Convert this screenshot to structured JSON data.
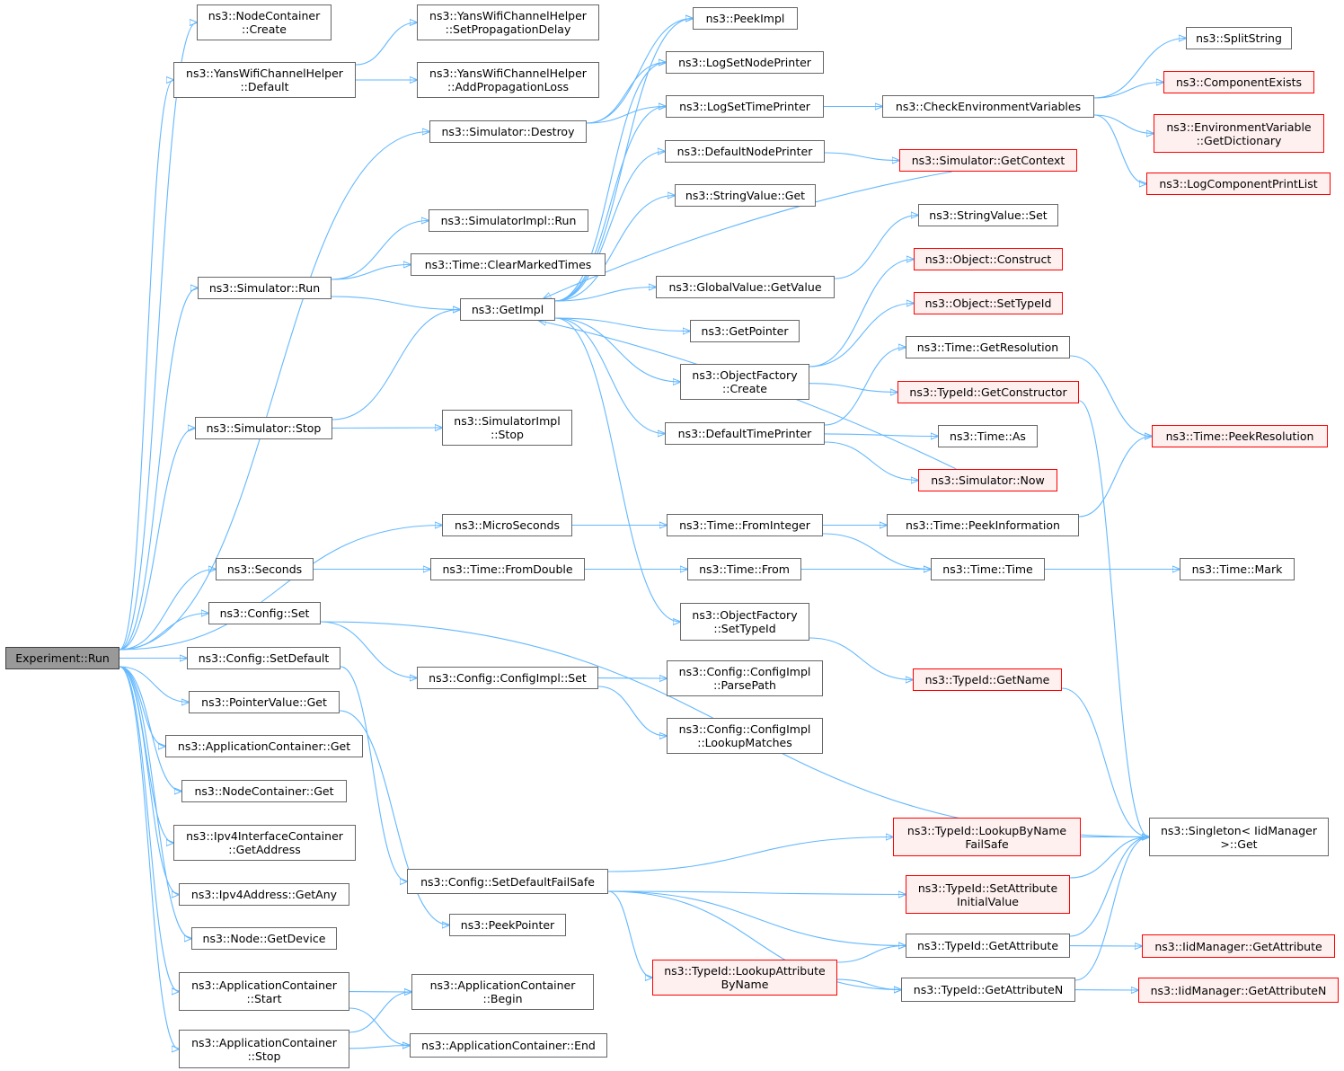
{
  "diagram": {
    "root": "root",
    "colors": {
      "edge": "#63b8ff",
      "node_border": "#666666",
      "truncated_border": "#ff0000",
      "truncated_fill": "#fff0f0",
      "root_fill": "#999999"
    },
    "nodes": [
      {
        "id": "root",
        "lines": [
          "Experiment::Run"
        ],
        "style": "root"
      },
      {
        "id": "nc_create",
        "lines": [
          "ns3::NodeContainer",
          "::Create"
        ]
      },
      {
        "id": "ywch_default",
        "lines": [
          "ns3::YansWifiChannelHelper",
          "::Default"
        ]
      },
      {
        "id": "ywch_setprop",
        "lines": [
          "ns3::YansWifiChannelHelper",
          "::SetPropagationDelay"
        ]
      },
      {
        "id": "ywch_addloss",
        "lines": [
          "ns3::YansWifiChannelHelper",
          "::AddPropagationLoss"
        ]
      },
      {
        "id": "sim_destroy",
        "lines": [
          "ns3::Simulator::Destroy"
        ]
      },
      {
        "id": "peekimpl",
        "lines": [
          "ns3::PeekImpl"
        ]
      },
      {
        "id": "lognode",
        "lines": [
          "ns3::LogSetNodePrinter"
        ]
      },
      {
        "id": "logtime",
        "lines": [
          "ns3::LogSetTimePrinter"
        ]
      },
      {
        "id": "checkenv",
        "lines": [
          "ns3::CheckEnvironmentVariables"
        ]
      },
      {
        "id": "splitstring",
        "lines": [
          "ns3::SplitString"
        ]
      },
      {
        "id": "compexists",
        "lines": [
          "ns3::ComponentExists"
        ],
        "style": "red"
      },
      {
        "id": "envdict",
        "lines": [
          "ns3::EnvironmentVariable",
          "::GetDictionary"
        ],
        "style": "red"
      },
      {
        "id": "logcomplist",
        "lines": [
          "ns3::LogComponentPrintList"
        ],
        "style": "red"
      },
      {
        "id": "defnodeprinter",
        "lines": [
          "ns3::DefaultNodePrinter"
        ]
      },
      {
        "id": "sim_getcontext",
        "lines": [
          "ns3::Simulator::GetContext"
        ],
        "style": "red"
      },
      {
        "id": "strval_get",
        "lines": [
          "ns3::StringValue::Get"
        ]
      },
      {
        "id": "strval_set",
        "lines": [
          "ns3::StringValue::Set"
        ]
      },
      {
        "id": "simimpl_run",
        "lines": [
          "ns3::SimulatorImpl::Run"
        ]
      },
      {
        "id": "time_clearmarked",
        "lines": [
          "ns3::Time::ClearMarkedTimes"
        ]
      },
      {
        "id": "sim_run",
        "lines": [
          "ns3::Simulator::Run"
        ]
      },
      {
        "id": "getimpl",
        "lines": [
          "ns3::GetImpl"
        ]
      },
      {
        "id": "globalval_get",
        "lines": [
          "ns3::GlobalValue::GetValue"
        ]
      },
      {
        "id": "obj_construct",
        "lines": [
          "ns3::Object::Construct"
        ],
        "style": "red"
      },
      {
        "id": "obj_settypeid",
        "lines": [
          "ns3::Object::SetTypeId"
        ],
        "style": "red"
      },
      {
        "id": "getpointer",
        "lines": [
          "ns3::GetPointer"
        ]
      },
      {
        "id": "time_getres",
        "lines": [
          "ns3::Time::GetResolution"
        ]
      },
      {
        "id": "of_create",
        "lines": [
          "ns3::ObjectFactory",
          "::Create"
        ]
      },
      {
        "id": "typeid_getctor",
        "lines": [
          "ns3::TypeId::GetConstructor"
        ],
        "style": "red"
      },
      {
        "id": "sim_stop",
        "lines": [
          "ns3::Simulator::Stop"
        ]
      },
      {
        "id": "simimpl_stop",
        "lines": [
          "ns3::SimulatorImpl",
          "::Stop"
        ]
      },
      {
        "id": "deftimeprinter",
        "lines": [
          "ns3::DefaultTimePrinter"
        ]
      },
      {
        "id": "time_as",
        "lines": [
          "ns3::Time::As"
        ]
      },
      {
        "id": "time_peekres",
        "lines": [
          "ns3::Time::PeekResolution"
        ],
        "style": "red"
      },
      {
        "id": "sim_now",
        "lines": [
          "ns3::Simulator::Now"
        ],
        "style": "red"
      },
      {
        "id": "microseconds",
        "lines": [
          "ns3::MicroSeconds"
        ]
      },
      {
        "id": "time_frominteger",
        "lines": [
          "ns3::Time::FromInteger"
        ]
      },
      {
        "id": "time_peekinfo",
        "lines": [
          "ns3::Time::PeekInformation"
        ]
      },
      {
        "id": "seconds",
        "lines": [
          "ns3::Seconds"
        ]
      },
      {
        "id": "time_fromdouble",
        "lines": [
          "ns3::Time::FromDouble"
        ]
      },
      {
        "id": "time_from",
        "lines": [
          "ns3::Time::From"
        ]
      },
      {
        "id": "time_time",
        "lines": [
          "ns3::Time::Time"
        ]
      },
      {
        "id": "time_mark",
        "lines": [
          "ns3::Time::Mark"
        ]
      },
      {
        "id": "config_set",
        "lines": [
          "ns3::Config::Set"
        ]
      },
      {
        "id": "of_settypeid",
        "lines": [
          "ns3::ObjectFactory",
          "::SetTypeId"
        ]
      },
      {
        "id": "config_setdefault",
        "lines": [
          "ns3::Config::SetDefault"
        ]
      },
      {
        "id": "configimpl_set",
        "lines": [
          "ns3::Config::ConfigImpl::Set"
        ]
      },
      {
        "id": "configimpl_parse",
        "lines": [
          "ns3::Config::ConfigImpl",
          "::ParsePath"
        ]
      },
      {
        "id": "typeid_getname",
        "lines": [
          "ns3::TypeId::GetName"
        ],
        "style": "red"
      },
      {
        "id": "pointerval_get",
        "lines": [
          "ns3::PointerValue::Get"
        ]
      },
      {
        "id": "appc_get",
        "lines": [
          "ns3::ApplicationContainer::Get"
        ]
      },
      {
        "id": "configimpl_lookup",
        "lines": [
          "ns3::Config::ConfigImpl",
          "::LookupMatches"
        ]
      },
      {
        "id": "nodec_get",
        "lines": [
          "ns3::NodeContainer::Get"
        ]
      },
      {
        "id": "ipv4ic_getaddr",
        "lines": [
          "ns3::Ipv4InterfaceContainer",
          "::GetAddress"
        ]
      },
      {
        "id": "typeid_lookupfs",
        "lines": [
          "ns3::TypeId::LookupByName",
          "FailSafe"
        ],
        "style": "red"
      },
      {
        "id": "singleton_get",
        "lines": [
          "ns3::Singleton< IidManager",
          ">::Get"
        ]
      },
      {
        "id": "config_setdefaultfs",
        "lines": [
          "ns3::Config::SetDefaultFailSafe"
        ]
      },
      {
        "id": "typeid_setattrinit",
        "lines": [
          "ns3::TypeId::SetAttribute",
          "InitialValue"
        ],
        "style": "red"
      },
      {
        "id": "ipv4addr_getany",
        "lines": [
          "ns3::Ipv4Address::GetAny"
        ]
      },
      {
        "id": "peekpointer",
        "lines": [
          "ns3::PeekPointer"
        ]
      },
      {
        "id": "node_getdevice",
        "lines": [
          "ns3::Node::GetDevice"
        ]
      },
      {
        "id": "typeid_getattr",
        "lines": [
          "ns3::TypeId::GetAttribute"
        ]
      },
      {
        "id": "iid_getattr",
        "lines": [
          "ns3::IidManager::GetAttribute"
        ],
        "style": "red"
      },
      {
        "id": "typeid_lookupattr",
        "lines": [
          "ns3::TypeId::LookupAttribute",
          "ByName"
        ],
        "style": "red"
      },
      {
        "id": "appc_start",
        "lines": [
          "ns3::ApplicationContainer",
          "::Start"
        ]
      },
      {
        "id": "appc_begin",
        "lines": [
          "ns3::ApplicationContainer",
          "::Begin"
        ]
      },
      {
        "id": "typeid_getattrn",
        "lines": [
          "ns3::TypeId::GetAttributeN"
        ]
      },
      {
        "id": "iid_getattrn",
        "lines": [
          "ns3::IidManager::GetAttributeN"
        ],
        "style": "red"
      },
      {
        "id": "appc_stop",
        "lines": [
          "ns3::ApplicationContainer",
          "::Stop"
        ]
      },
      {
        "id": "appc_end",
        "lines": [
          "ns3::ApplicationContainer::End"
        ]
      }
    ],
    "edges": [
      [
        "root",
        "nc_create"
      ],
      [
        "root",
        "ywch_default"
      ],
      [
        "root",
        "sim_destroy"
      ],
      [
        "root",
        "sim_run"
      ],
      [
        "root",
        "sim_stop"
      ],
      [
        "root",
        "microseconds"
      ],
      [
        "root",
        "seconds"
      ],
      [
        "root",
        "config_set"
      ],
      [
        "root",
        "config_setdefault"
      ],
      [
        "root",
        "pointerval_get"
      ],
      [
        "root",
        "appc_get"
      ],
      [
        "root",
        "nodec_get"
      ],
      [
        "root",
        "ipv4ic_getaddr"
      ],
      [
        "root",
        "ipv4addr_getany"
      ],
      [
        "root",
        "node_getdevice"
      ],
      [
        "root",
        "appc_start"
      ],
      [
        "root",
        "appc_stop"
      ],
      [
        "ywch_default",
        "ywch_setprop"
      ],
      [
        "ywch_default",
        "ywch_addloss"
      ],
      [
        "sim_destroy",
        "peekimpl"
      ],
      [
        "sim_destroy",
        "lognode"
      ],
      [
        "sim_destroy",
        "logtime"
      ],
      [
        "sim_run",
        "simimpl_run"
      ],
      [
        "sim_run",
        "time_clearmarked"
      ],
      [
        "sim_run",
        "getimpl"
      ],
      [
        "sim_stop",
        "getimpl"
      ],
      [
        "sim_stop",
        "simimpl_stop"
      ],
      [
        "getimpl",
        "peekimpl"
      ],
      [
        "getimpl",
        "lognode"
      ],
      [
        "getimpl",
        "logtime"
      ],
      [
        "getimpl",
        "defnodeprinter"
      ],
      [
        "getimpl",
        "strval_get"
      ],
      [
        "getimpl",
        "globalval_get"
      ],
      [
        "getimpl",
        "getpointer"
      ],
      [
        "getimpl",
        "of_create"
      ],
      [
        "getimpl",
        "deftimeprinter"
      ],
      [
        "getimpl",
        "of_settypeid"
      ],
      [
        "logtime",
        "checkenv"
      ],
      [
        "checkenv",
        "splitstring"
      ],
      [
        "checkenv",
        "compexists"
      ],
      [
        "checkenv",
        "envdict"
      ],
      [
        "checkenv",
        "logcomplist"
      ],
      [
        "defnodeprinter",
        "sim_getcontext"
      ],
      [
        "sim_getcontext",
        "getimpl"
      ],
      [
        "globalval_get",
        "strval_set"
      ],
      [
        "of_create",
        "obj_construct"
      ],
      [
        "of_create",
        "obj_settypeid"
      ],
      [
        "of_create",
        "typeid_getctor"
      ],
      [
        "deftimeprinter",
        "time_getres"
      ],
      [
        "deftimeprinter",
        "time_as"
      ],
      [
        "deftimeprinter",
        "sim_now"
      ],
      [
        "sim_now",
        "getimpl"
      ],
      [
        "time_getres",
        "time_peekres"
      ],
      [
        "time_peekinfo",
        "time_peekres"
      ],
      [
        "typeid_getctor",
        "singleton_get"
      ],
      [
        "microseconds",
        "time_frominteger"
      ],
      [
        "time_frominteger",
        "time_peekinfo"
      ],
      [
        "time_frominteger",
        "time_time"
      ],
      [
        "seconds",
        "time_fromdouble"
      ],
      [
        "time_fromdouble",
        "time_from"
      ],
      [
        "time_from",
        "time_time"
      ],
      [
        "time_time",
        "time_mark"
      ],
      [
        "of_settypeid",
        "typeid_getname"
      ],
      [
        "typeid_getname",
        "singleton_get"
      ],
      [
        "config_set",
        "configimpl_set"
      ],
      [
        "config_set",
        "singleton_get"
      ],
      [
        "configimpl_set",
        "configimpl_parse"
      ],
      [
        "configimpl_set",
        "configimpl_lookup"
      ],
      [
        "config_setdefault",
        "config_setdefaultfs"
      ],
      [
        "pointerval_get",
        "peekpointer"
      ],
      [
        "config_setdefaultfs",
        "typeid_lookupfs"
      ],
      [
        "config_setdefaultfs",
        "typeid_setattrinit"
      ],
      [
        "config_setdefaultfs",
        "typeid_getattr"
      ],
      [
        "config_setdefaultfs",
        "typeid_lookupattr"
      ],
      [
        "config_setdefaultfs",
        "typeid_getattrn"
      ],
      [
        "typeid_lookupfs",
        "singleton_get"
      ],
      [
        "typeid_setattrinit",
        "singleton_get"
      ],
      [
        "typeid_getattr",
        "singleton_get"
      ],
      [
        "typeid_getattr",
        "iid_getattr"
      ],
      [
        "typeid_lookupattr",
        "typeid_getattr"
      ],
      [
        "typeid_lookupattr",
        "typeid_getattrn"
      ],
      [
        "typeid_getattrn",
        "singleton_get"
      ],
      [
        "typeid_getattrn",
        "iid_getattrn"
      ],
      [
        "appc_start",
        "appc_begin"
      ],
      [
        "appc_start",
        "appc_end"
      ],
      [
        "appc_stop",
        "appc_begin"
      ],
      [
        "appc_stop",
        "appc_end"
      ]
    ]
  }
}
